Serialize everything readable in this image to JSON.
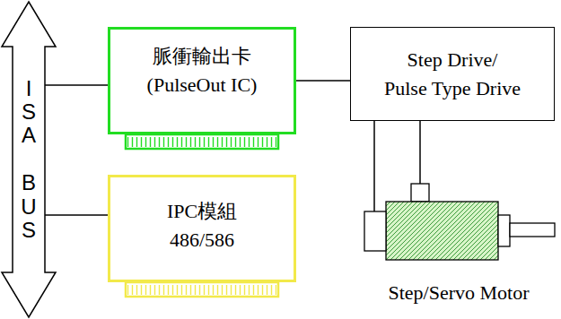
{
  "diagram": {
    "nodes": [
      {
        "text": [
          "ISA BUS"
        ]
      },
      {
        "text": [
          "脈衝輸出卡 (PulseOut IC)"
        ]
      },
      {
        "text": [
          "IPC模組 486/586"
        ]
      },
      {
        "text": [
          "Step Drive/ Pulse Type Drive"
        ]
      },
      {
        "text": [
          "Step/Servo Motor"
        ]
      }
    ],
    "edges": [
      {
        "from": 0,
        "to": 1,
        "arrow": "none"
      },
      {
        "from": 0,
        "to": 2,
        "arrow": "none"
      },
      {
        "from": 1,
        "to": 3,
        "arrow": "none"
      },
      {
        "from": 3,
        "to": 4,
        "arrow": "none"
      },
      {
        "from": 3,
        "to": 4,
        "arrow": "none"
      }
    ]
  }
}
